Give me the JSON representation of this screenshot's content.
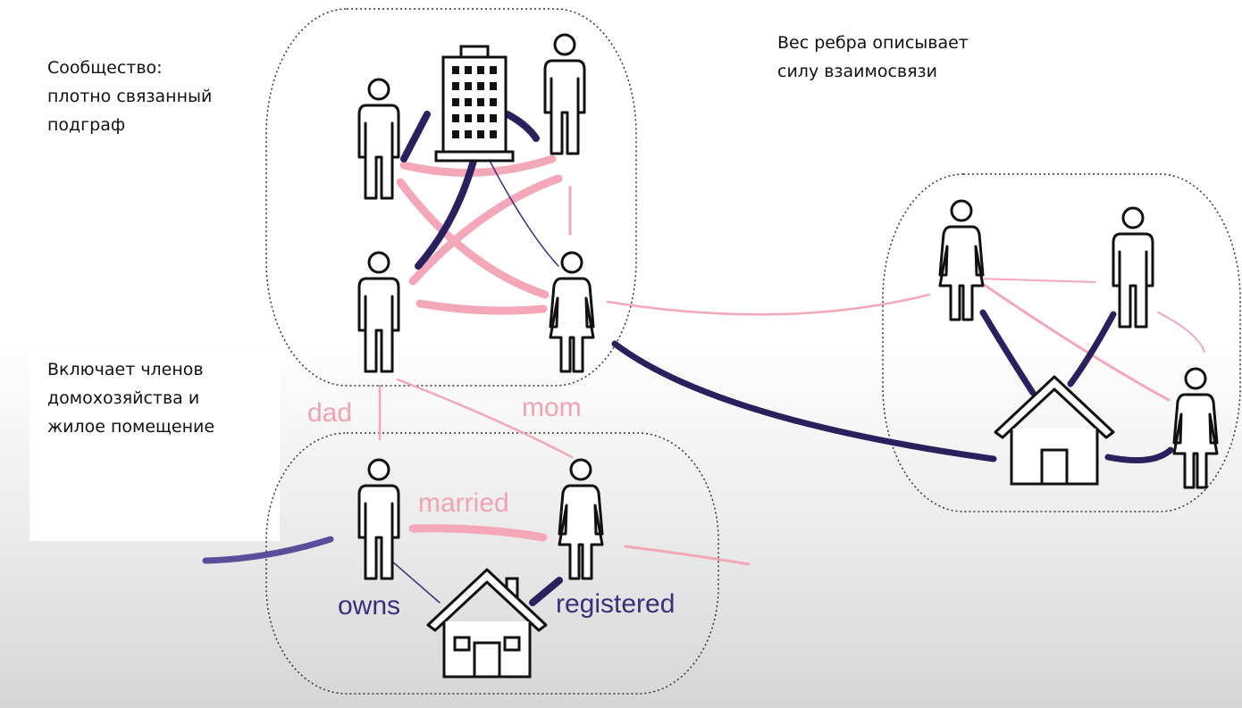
{
  "notes": {
    "community": "Сообщество:\nплотно связанный\nподграф",
    "edge_weight": "Вес ребра описывает\nсилу взаимосвязи",
    "household": "Включает членов\nдомохозяйства и\nжилое помещение"
  },
  "edge_labels": {
    "dad": "dad",
    "mom": "mom",
    "married": "married",
    "owns": "owns",
    "registered": "registered"
  },
  "colors": {
    "pink_edge": "#f3a7b8",
    "dark_edge": "#2b1f5e",
    "pink_label": "#f0a3b4",
    "dark_label": "#3a2f7a"
  }
}
